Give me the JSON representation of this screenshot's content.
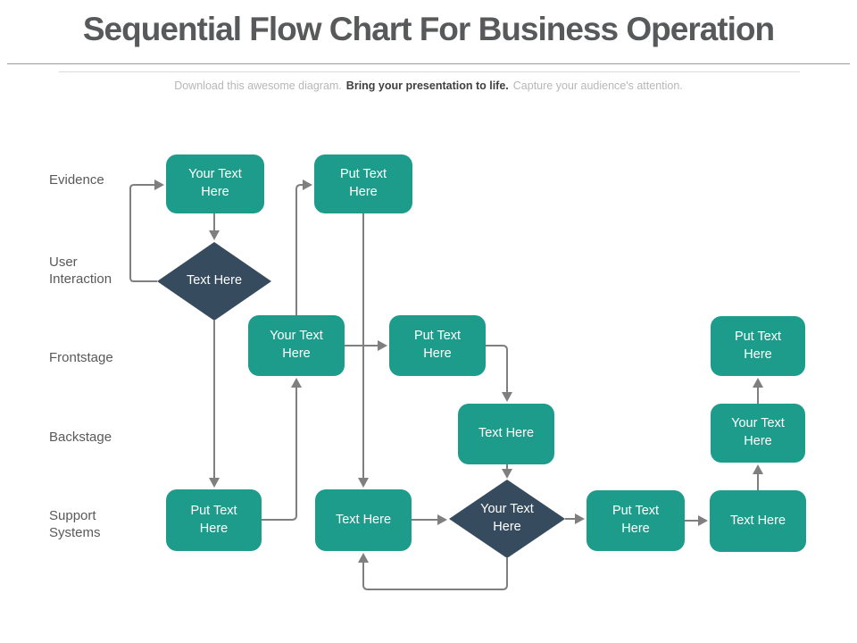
{
  "slide": {
    "title": "Sequential Flow Chart For Business Operation",
    "subtitle_part1": "Download this awesome diagram.",
    "subtitle_part2": "Bring your presentation to life.",
    "subtitle_part3": "Capture your audience's attention."
  },
  "rows": {
    "evidence": "Evidence",
    "user_interaction": "User Interaction",
    "frontstage": "Frontstage",
    "backstage": "Backstage",
    "support_systems": "Support Systems"
  },
  "nodes": {
    "b1": {
      "label": "Your Text Here",
      "shape": "rounded-rect",
      "row": "Evidence"
    },
    "b2": {
      "label": "Put Text Here",
      "shape": "rounded-rect",
      "row": "Evidence"
    },
    "d1": {
      "label": "Text Here",
      "shape": "diamond",
      "row": "User Interaction"
    },
    "b3": {
      "label": "Your Text Here",
      "shape": "rounded-rect",
      "row": "Frontstage"
    },
    "b4": {
      "label": "Put Text Here",
      "shape": "rounded-rect",
      "row": "Frontstage"
    },
    "b5": {
      "label": "Put Text Here",
      "shape": "rounded-rect",
      "row": "Frontstage"
    },
    "b6": {
      "label": "Text Here",
      "shape": "rounded-rect",
      "row": "Backstage"
    },
    "b7": {
      "label": "Your Text Here",
      "shape": "rounded-rect",
      "row": "Backstage"
    },
    "b8": {
      "label": "Put Text Here",
      "shape": "rounded-rect",
      "row": "Support Systems"
    },
    "b9": {
      "label": "Text Here",
      "shape": "rounded-rect",
      "row": "Support Systems"
    },
    "d2": {
      "label": "Your Text Here",
      "shape": "diamond",
      "row": "Support Systems"
    },
    "b10": {
      "label": "Put Text Here",
      "shape": "rounded-rect",
      "row": "Support Systems"
    },
    "b11": {
      "label": "Text Here",
      "shape": "rounded-rect",
      "row": "Support Systems"
    }
  },
  "edges": [
    {
      "from": "d1",
      "to": "b1"
    },
    {
      "from": "b1",
      "to": "d1"
    },
    {
      "from": "d1",
      "to": "b8"
    },
    {
      "from": "b3",
      "to": "b2"
    },
    {
      "from": "b2",
      "to": "b9"
    },
    {
      "from": "b3",
      "to": "b4"
    },
    {
      "from": "b4",
      "to": "b6"
    },
    {
      "from": "b6",
      "to": "d2"
    },
    {
      "from": "b9",
      "to": "d2"
    },
    {
      "from": "d2",
      "to": "b10"
    },
    {
      "from": "b10",
      "to": "b11"
    },
    {
      "from": "b11",
      "to": "b7"
    },
    {
      "from": "b7",
      "to": "b5"
    },
    {
      "from": "b8",
      "to": "b3"
    },
    {
      "from": "d2",
      "to": "b9"
    }
  ],
  "colors": {
    "box_teal": "#1E9C8B",
    "diamond_navy": "#374B5E",
    "connector_gray": "#7F7F7F",
    "title_gray": "#58595B",
    "row_label_gray": "#595959",
    "subtitle_light_gray": "#B7B7B7",
    "subtitle_dark_gray": "#404040"
  }
}
